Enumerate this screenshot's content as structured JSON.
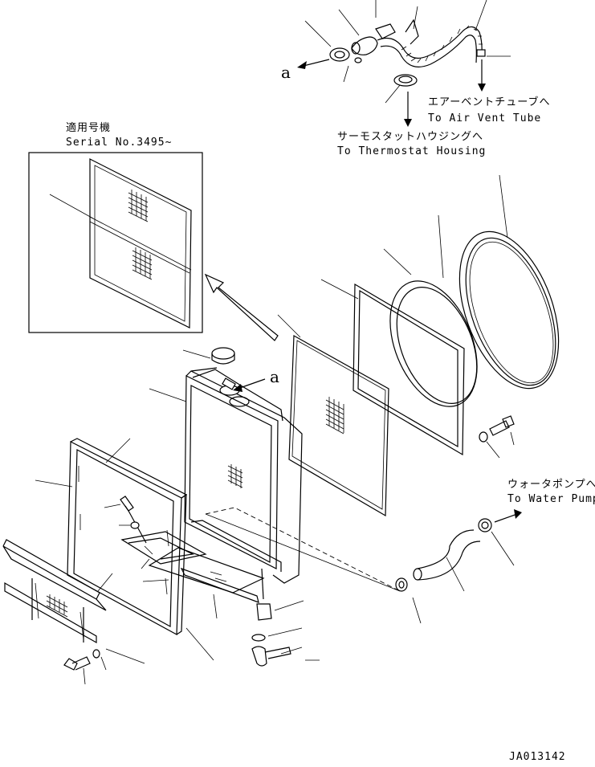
{
  "serial_box": {
    "line1": "適用号機",
    "line2": "Serial No.3495~"
  },
  "callouts": {
    "air_vent_jp": "エアーベントチューブへ",
    "air_vent_en": "To Air Vent Tube",
    "thermostat_jp": "サーモスタットハウジングへ",
    "thermostat_en": "To Thermostat Housing",
    "water_pump_jp": "ウォータポンプへ",
    "water_pump_en": "To Water Pump"
  },
  "markers": {
    "a_top": "a",
    "a_mid": "a"
  },
  "drawing_number": "JA013142"
}
